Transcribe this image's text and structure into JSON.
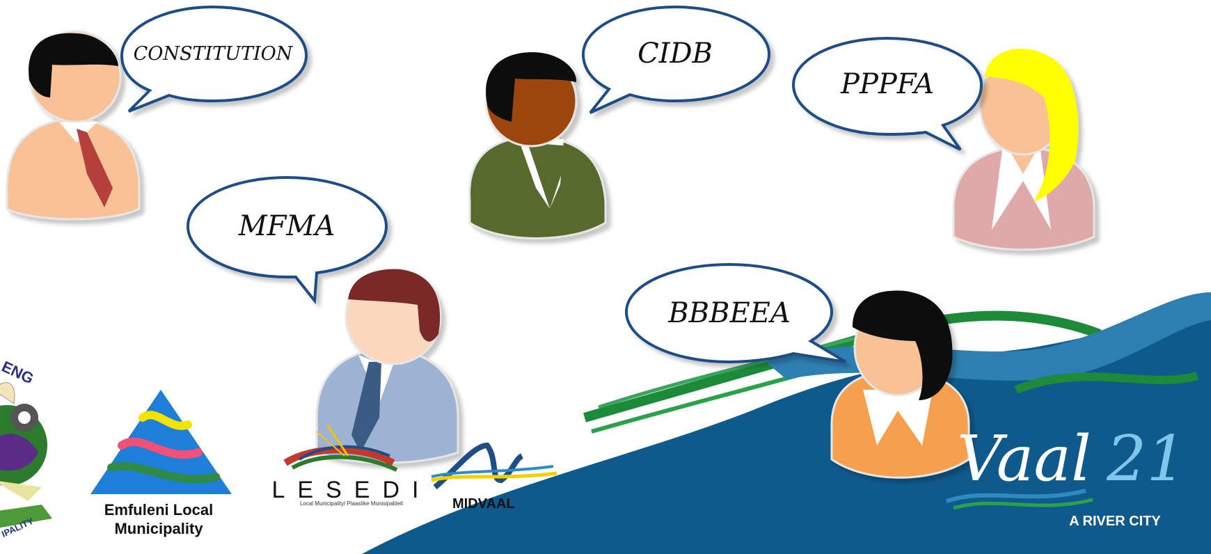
{
  "bubbles": {
    "constitution": "CONSTITUTION",
    "cidb": "CIDB",
    "pppfa": "PPPFA",
    "mfma": "MFMA",
    "bbbeea": "BBBEEA"
  },
  "logos": {
    "gauteng_fragment": "ENG",
    "gauteng_bottom_fragment": "IPALITY",
    "emfuleni_line1": "Emfuleni Local",
    "emfuleni_line2": "Municipality",
    "lesedi_name": "LESEDI",
    "lesedi_tagline": "Local Municipality/ Plaaslike Munisipaliteit",
    "midvaal_name": "MIDVAAL",
    "vaal_brand": "Vaal",
    "vaal_number": "21",
    "vaal_tagline": "A RIVER CITY"
  },
  "colors": {
    "bubble_stroke": "#1f4e86",
    "wave_blue": "#0f5a8c",
    "wave_light": "#2e8bc0",
    "wave_green": "#1d8a3a",
    "vaal_orange": "#f5a04f"
  }
}
